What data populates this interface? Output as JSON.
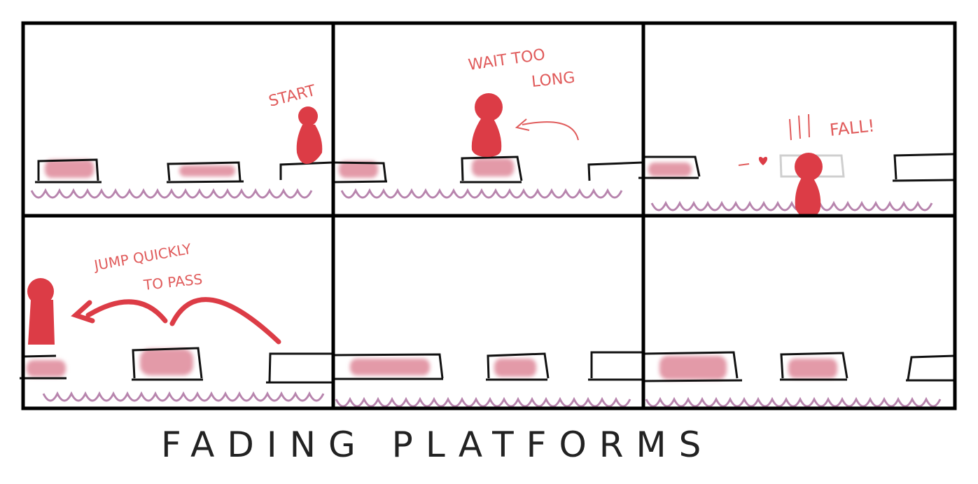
{
  "title": "FADING PLATFORMS",
  "panels": [
    {
      "id": "panel-1",
      "caption_lines": [
        "START"
      ]
    },
    {
      "id": "panel-2",
      "caption_lines": [
        "WAIT TOO",
        "LONG"
      ]
    },
    {
      "id": "panel-3",
      "caption_lines": [
        "FALL!"
      ]
    },
    {
      "id": "panel-4",
      "caption_lines": [
        "JUMP QUICKLY",
        "TO PASS"
      ]
    },
    {
      "id": "panel-5",
      "caption_lines": []
    },
    {
      "id": "panel-6",
      "caption_lines": []
    }
  ],
  "colors": {
    "character": "#dc3c46",
    "platform_fill": "#e39aa8",
    "platform_outline": "#111111",
    "water": "#b784ad",
    "annotation": "#e05b5b",
    "faded_platform": "#cfcfcf"
  }
}
